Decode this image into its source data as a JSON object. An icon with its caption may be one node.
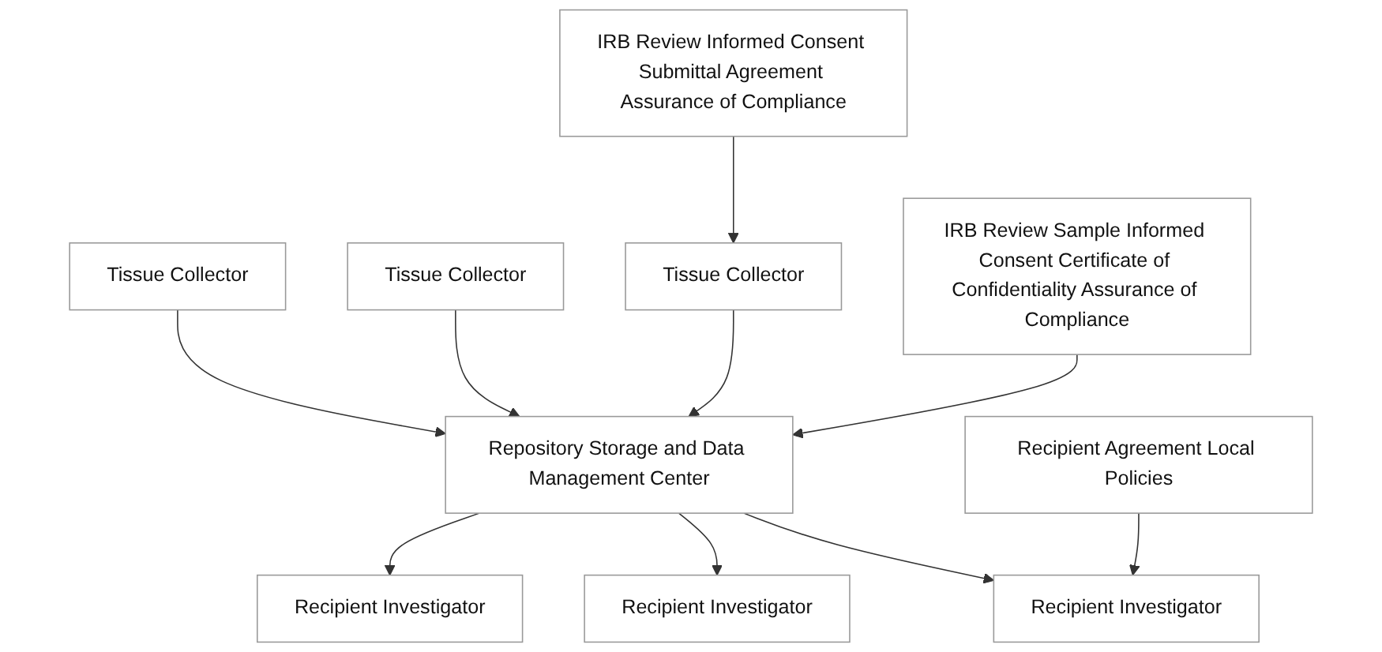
{
  "diagram": {
    "nodes": [
      {
        "text": [
          "Tissue Collector"
        ]
      },
      {
        "text": [
          "Tissue Collector"
        ]
      },
      {
        "text": [
          "Tissue Collector"
        ]
      },
      {
        "text": [
          "Repository Storage and Data Management Center"
        ]
      },
      {
        "text": [
          "Recipient Investigator"
        ]
      },
      {
        "text": [
          "Recipient Investigator"
        ]
      },
      {
        "text": [
          "Recipient Investigator"
        ]
      },
      {
        "text": [
          "IRB Review Informed Consent Submittal Agreement Assurance of Compliance"
        ]
      },
      {
        "text": [
          "IRB Review Sample Informed Consent Certificate of Confidentiality Assurance of Compliance"
        ]
      },
      {
        "text": [
          "Recipient Agreement Local Policies"
        ]
      }
    ],
    "edges": [
      {
        "from": 0,
        "to": 3,
        "arrow": "to"
      },
      {
        "from": 1,
        "to": 3,
        "arrow": "to"
      },
      {
        "from": 2,
        "to": 3,
        "arrow": "to"
      },
      {
        "from": 3,
        "to": 4,
        "arrow": "to"
      },
      {
        "from": 3,
        "to": 5,
        "arrow": "to"
      },
      {
        "from": 3,
        "to": 6,
        "arrow": "to"
      },
      {
        "from": 7,
        "to": 2,
        "arrow": "to"
      },
      {
        "from": 8,
        "to": 3,
        "arrow": "to"
      },
      {
        "from": 9,
        "to": 6,
        "arrow": "to"
      }
    ]
  }
}
